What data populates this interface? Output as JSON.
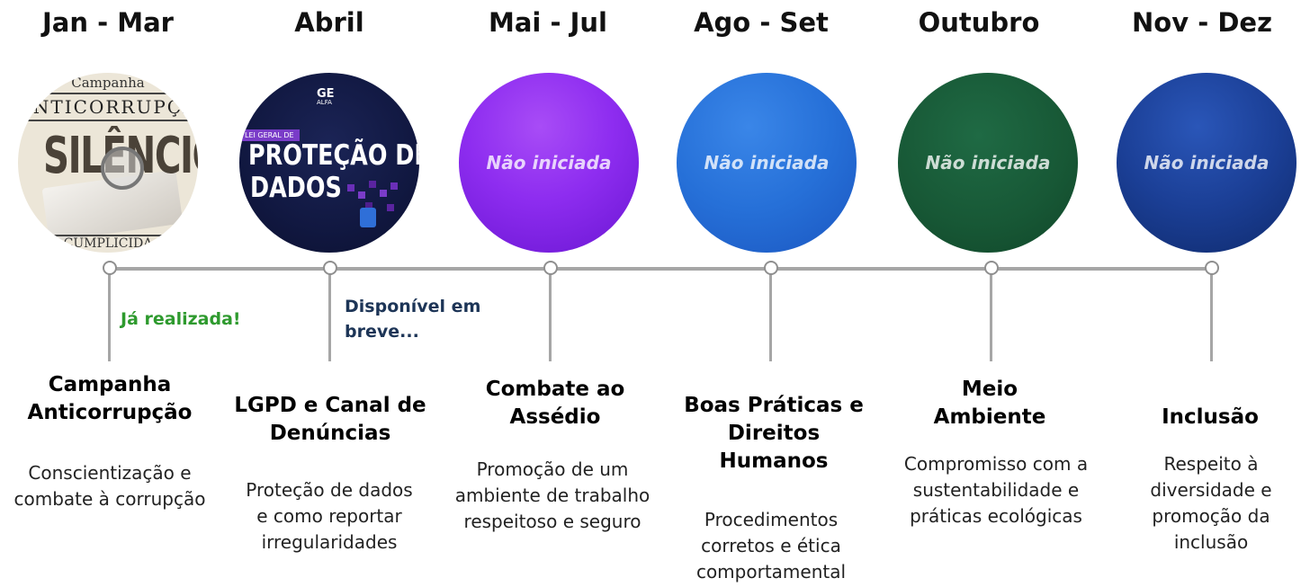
{
  "periods": [
    "Jan - Mar",
    "Abril",
    "Mai - Jul",
    "Ago - Set",
    "Outubro",
    "Nov - Dez"
  ],
  "images": {
    "newspaper": {
      "line1": "Campanha",
      "line2": "ANTICORRUPÇA",
      "headline": "SILÊNCIO",
      "bottom": "CUMPLICIDA"
    },
    "lgpd": {
      "logo": "GE",
      "logo_sub": "ALFA",
      "badge": "LEI GERAL DE",
      "line1": "PROTEÇÃO DE",
      "line2": "DADOS"
    }
  },
  "statuses": {
    "not_started": "Não iniciada",
    "done": "Já realizada!",
    "soon": "Disponível em breve..."
  },
  "campaigns": [
    {
      "title": "Campanha Anticorrupção",
      "desc": "Conscientização e combate à corrupção"
    },
    {
      "title": "LGPD e Canal de Denúncias",
      "desc": "Proteção de dados e como reportar irregularidades"
    },
    {
      "title": "Combate ao Assédio",
      "desc": "Promoção de um ambiente de trabalho respeitoso e seguro"
    },
    {
      "title": "Boas Práticas e Direitos Humanos",
      "desc": "Procedimentos corretos e ética comportamental"
    },
    {
      "title": "Meio Ambiente",
      "desc": "Compromisso com a sustentabilidade e práticas ecológicas"
    },
    {
      "title": "Inclusão",
      "desc": "Respeito à diversidade e promoção da inclusão"
    }
  ],
  "colors": {
    "done": "#2e9a2e",
    "soon": "#1d3557",
    "purple": "#8e2df0",
    "blue": "#2670d8",
    "green": "#175735",
    "navy": "#1b3f96",
    "axis": "#a6a6a6"
  }
}
